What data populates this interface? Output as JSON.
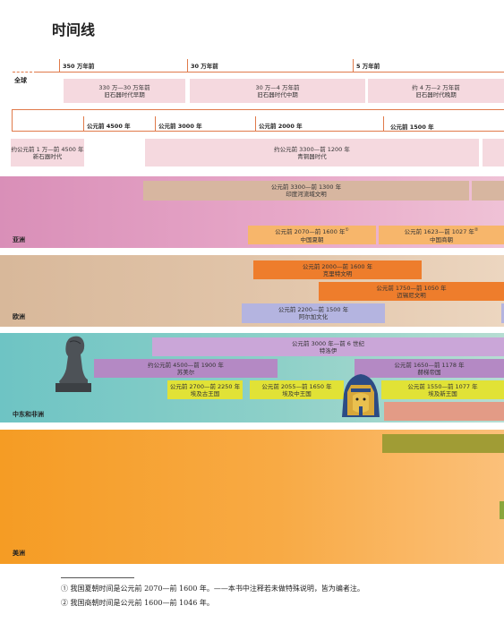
{
  "title": "时间线",
  "global": {
    "label": "全球",
    "axis1": [
      "350 万年前",
      "30 万年前",
      "5 万年前"
    ],
    "paleo": [
      {
        "range": "330 万—30 万年前",
        "name": "旧石器时代早期"
      },
      {
        "range": "30 万—4 万年前",
        "name": "旧石器时代中期"
      },
      {
        "range": "约 4 万—2 万年前",
        "name": "旧石器时代晚期"
      }
    ],
    "axis2": [
      "公元前 4500 年",
      "公元前 3000 年",
      "公元前 2000 年",
      "公元前 1500 年"
    ],
    "neolithic": {
      "range": "约公元前 1 万—前 4500 年",
      "name": "新石器时代"
    },
    "bronze": {
      "range": "约公元前 3300—前 1200 年",
      "name": "青铜器时代"
    }
  },
  "asia": {
    "label": "亚洲",
    "indus": {
      "range": "公元前 3300—前 1300 年",
      "name": "印度河流域文明"
    },
    "xia": {
      "range": "公元前 2070—前 1600 年",
      "mark": "①",
      "name": "中国夏朝"
    },
    "shang": {
      "range": "公元前 1623—前 1027 年",
      "mark": "②",
      "name": "中国商朝"
    }
  },
  "europe": {
    "label": "欧洲",
    "minoan": {
      "range": "公元前 2000—前 1600 年",
      "name": "克里特文明"
    },
    "mycenae": {
      "range": "公元前 1750—前 1050 年",
      "name": "迈锡尼文明"
    },
    "argar": {
      "range": "公元前 2200—前 1500 年",
      "name": "阿尔加文化"
    }
  },
  "mideast": {
    "label": "中东和非洲",
    "troy": {
      "range": "公元前 3000 年—前 6 世纪",
      "name": "特洛伊"
    },
    "sumer": {
      "range": "约公元前 4500—前 1900 年",
      "name": "苏美尔"
    },
    "hittite": {
      "range": "公元前 1650—前 1178 年",
      "name": "赫梯帝国"
    },
    "old_kingdom": {
      "range": "公元前 2700—前 2250 年",
      "name": "埃及古王国"
    },
    "middle_kingdom": {
      "range": "公元前 2055—前 1650 年",
      "name": "埃及中王国"
    },
    "new_kingdom": {
      "range": "公元前 1550—前 1077 年",
      "name": "埃及新王国"
    }
  },
  "america": {
    "label": "美洲"
  },
  "footnotes": [
    "① 我国夏朝时间是公元前 2070—前 1600 年。——本书中注释若未做特殊说明，皆为编者注。",
    "② 我国商朝时间是公元前 1600—前 1046 年。"
  ]
}
